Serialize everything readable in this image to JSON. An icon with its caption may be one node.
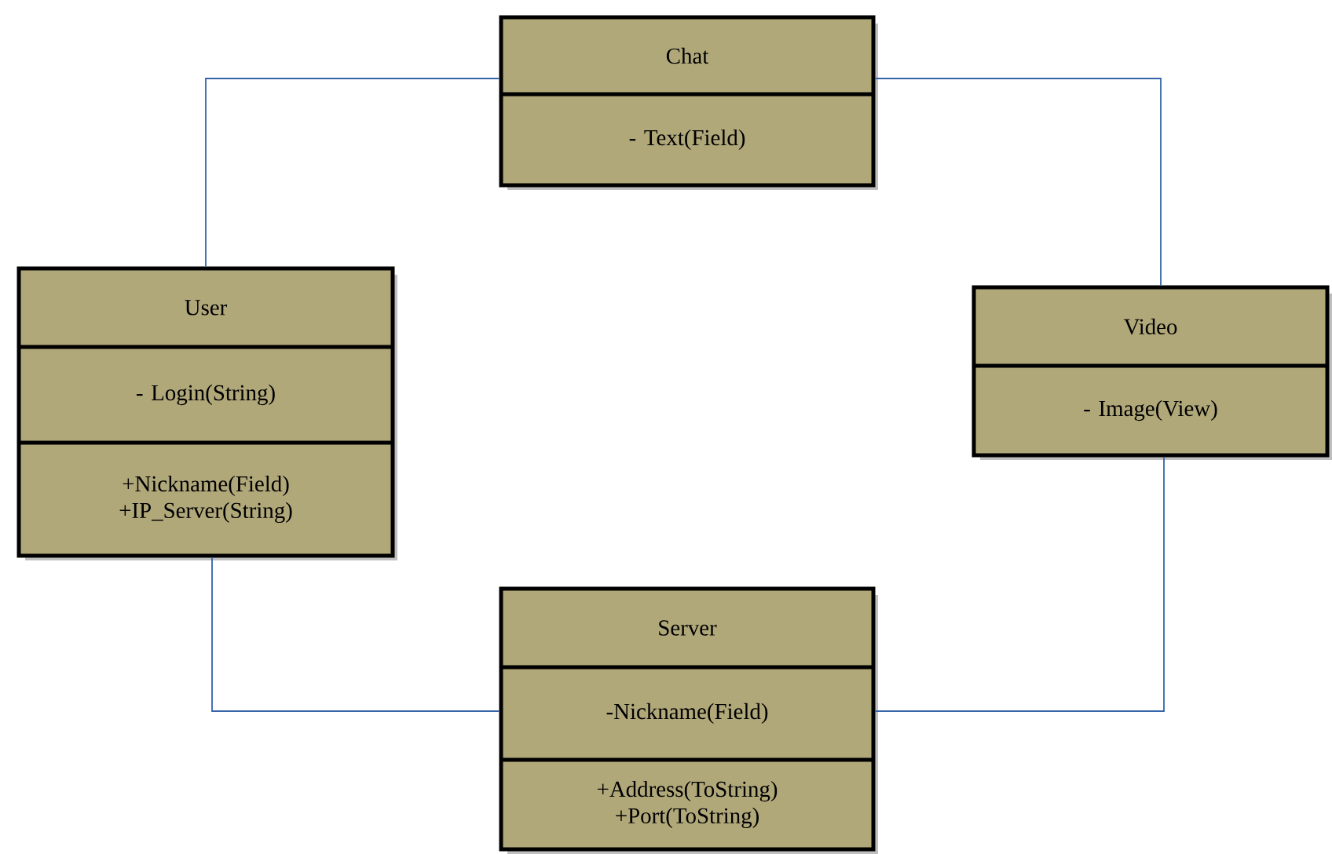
{
  "diagram": {
    "nodes": [
      {
        "text": [
          "Chat",
          "- Text(Field)"
        ]
      },
      {
        "text": [
          "User",
          "- Login(String)",
          "+Nickname(Field) +IP_Server(String)"
        ]
      },
      {
        "text": [
          "Video",
          "- Image(View)"
        ]
      },
      {
        "text": [
          "Server",
          "-Nickname(Field)",
          "+Address(ToString) +Port(ToString)"
        ]
      }
    ],
    "edges": [
      {
        "from": 0,
        "to": 1,
        "arrow": "none"
      },
      {
        "from": 0,
        "to": 2,
        "arrow": "none"
      },
      {
        "from": 1,
        "to": 3,
        "arrow": "none"
      },
      {
        "from": 2,
        "to": 3,
        "arrow": "none"
      }
    ]
  }
}
